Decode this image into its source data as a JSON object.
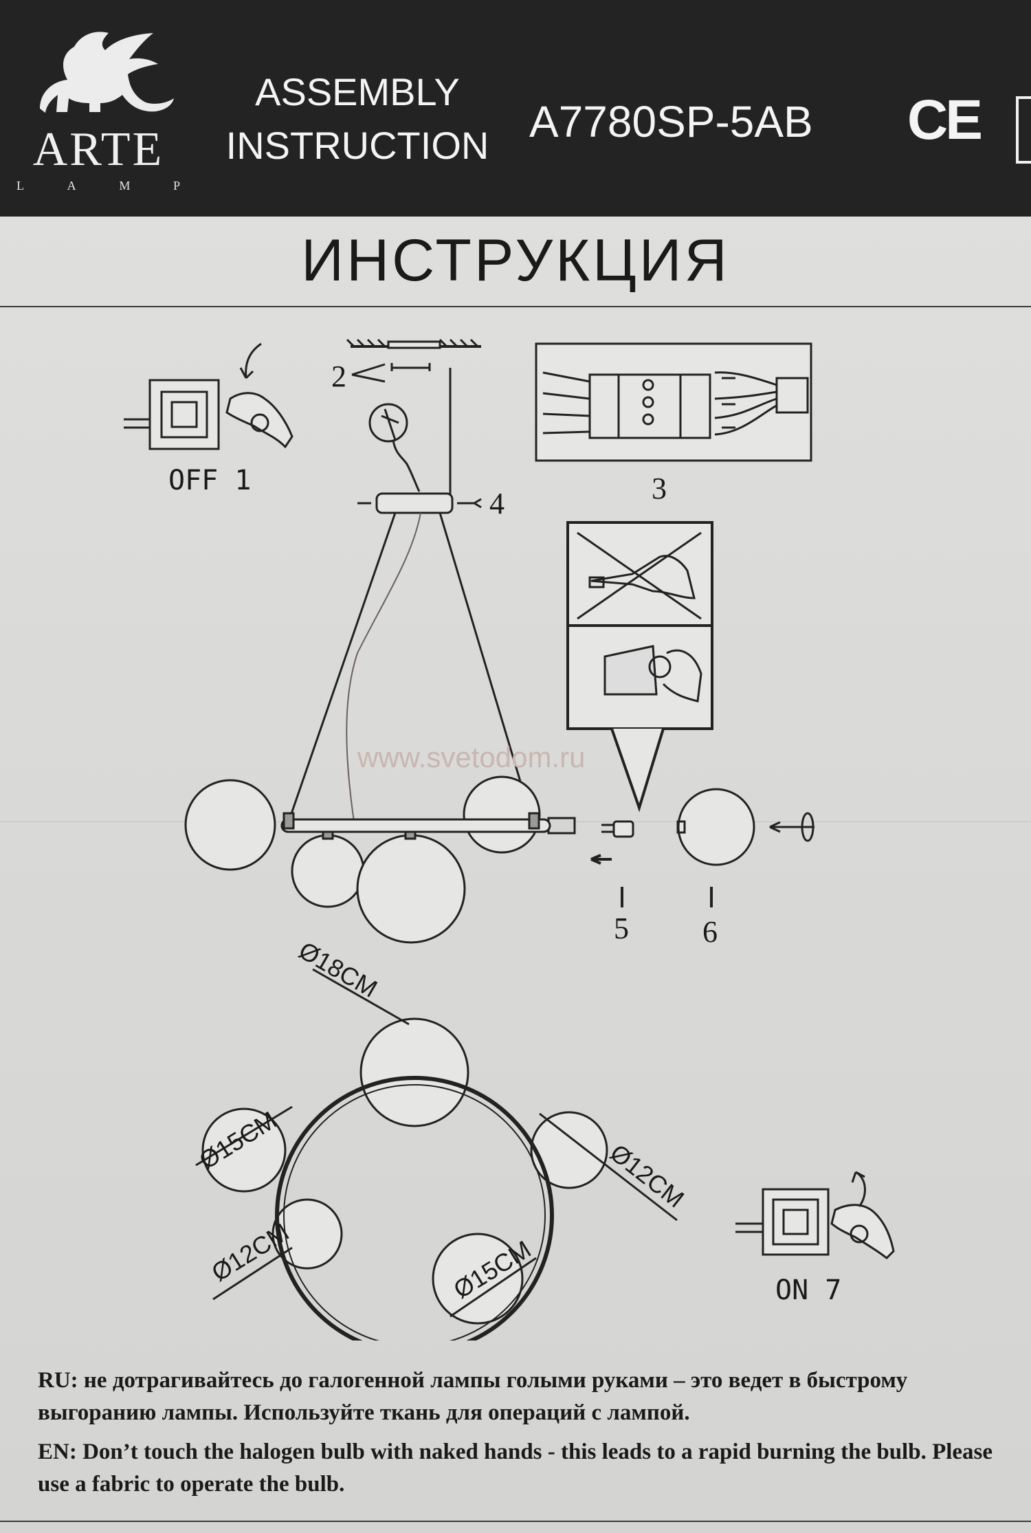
{
  "header": {
    "brand": "ARTE",
    "brand_sub": [
      "L",
      "A",
      "M",
      "P"
    ],
    "title_line1": "ASSEMBLY",
    "title_line2": "INSTRUCTION",
    "model": "A7780SP-5AB",
    "cert": "CE"
  },
  "title_ru": "ИНСТРУКЦИЯ",
  "steps": {
    "step1": "OFF 1",
    "step2": "2",
    "step3": "3",
    "step4": "4",
    "step5": "5",
    "step6": "6",
    "step7": "ON 7"
  },
  "watermark": "www.svetodom.ru",
  "dimensions": [
    "Ø18CM",
    "Ø15CM",
    "Ø12CM",
    "Ø12CM",
    "Ø15CM"
  ],
  "notes": {
    "ru": "RU: не дотрагивайтесь до галогенной лампы голыми руками – это ведет в быстрому выгоранию лампы. Используйте ткань для операций с лампой.",
    "en": "EN: Don’t touch the halogen bulb with naked hands  - this leads to a rapid burning the bulb. Please use a fabric to operate the bulb."
  }
}
